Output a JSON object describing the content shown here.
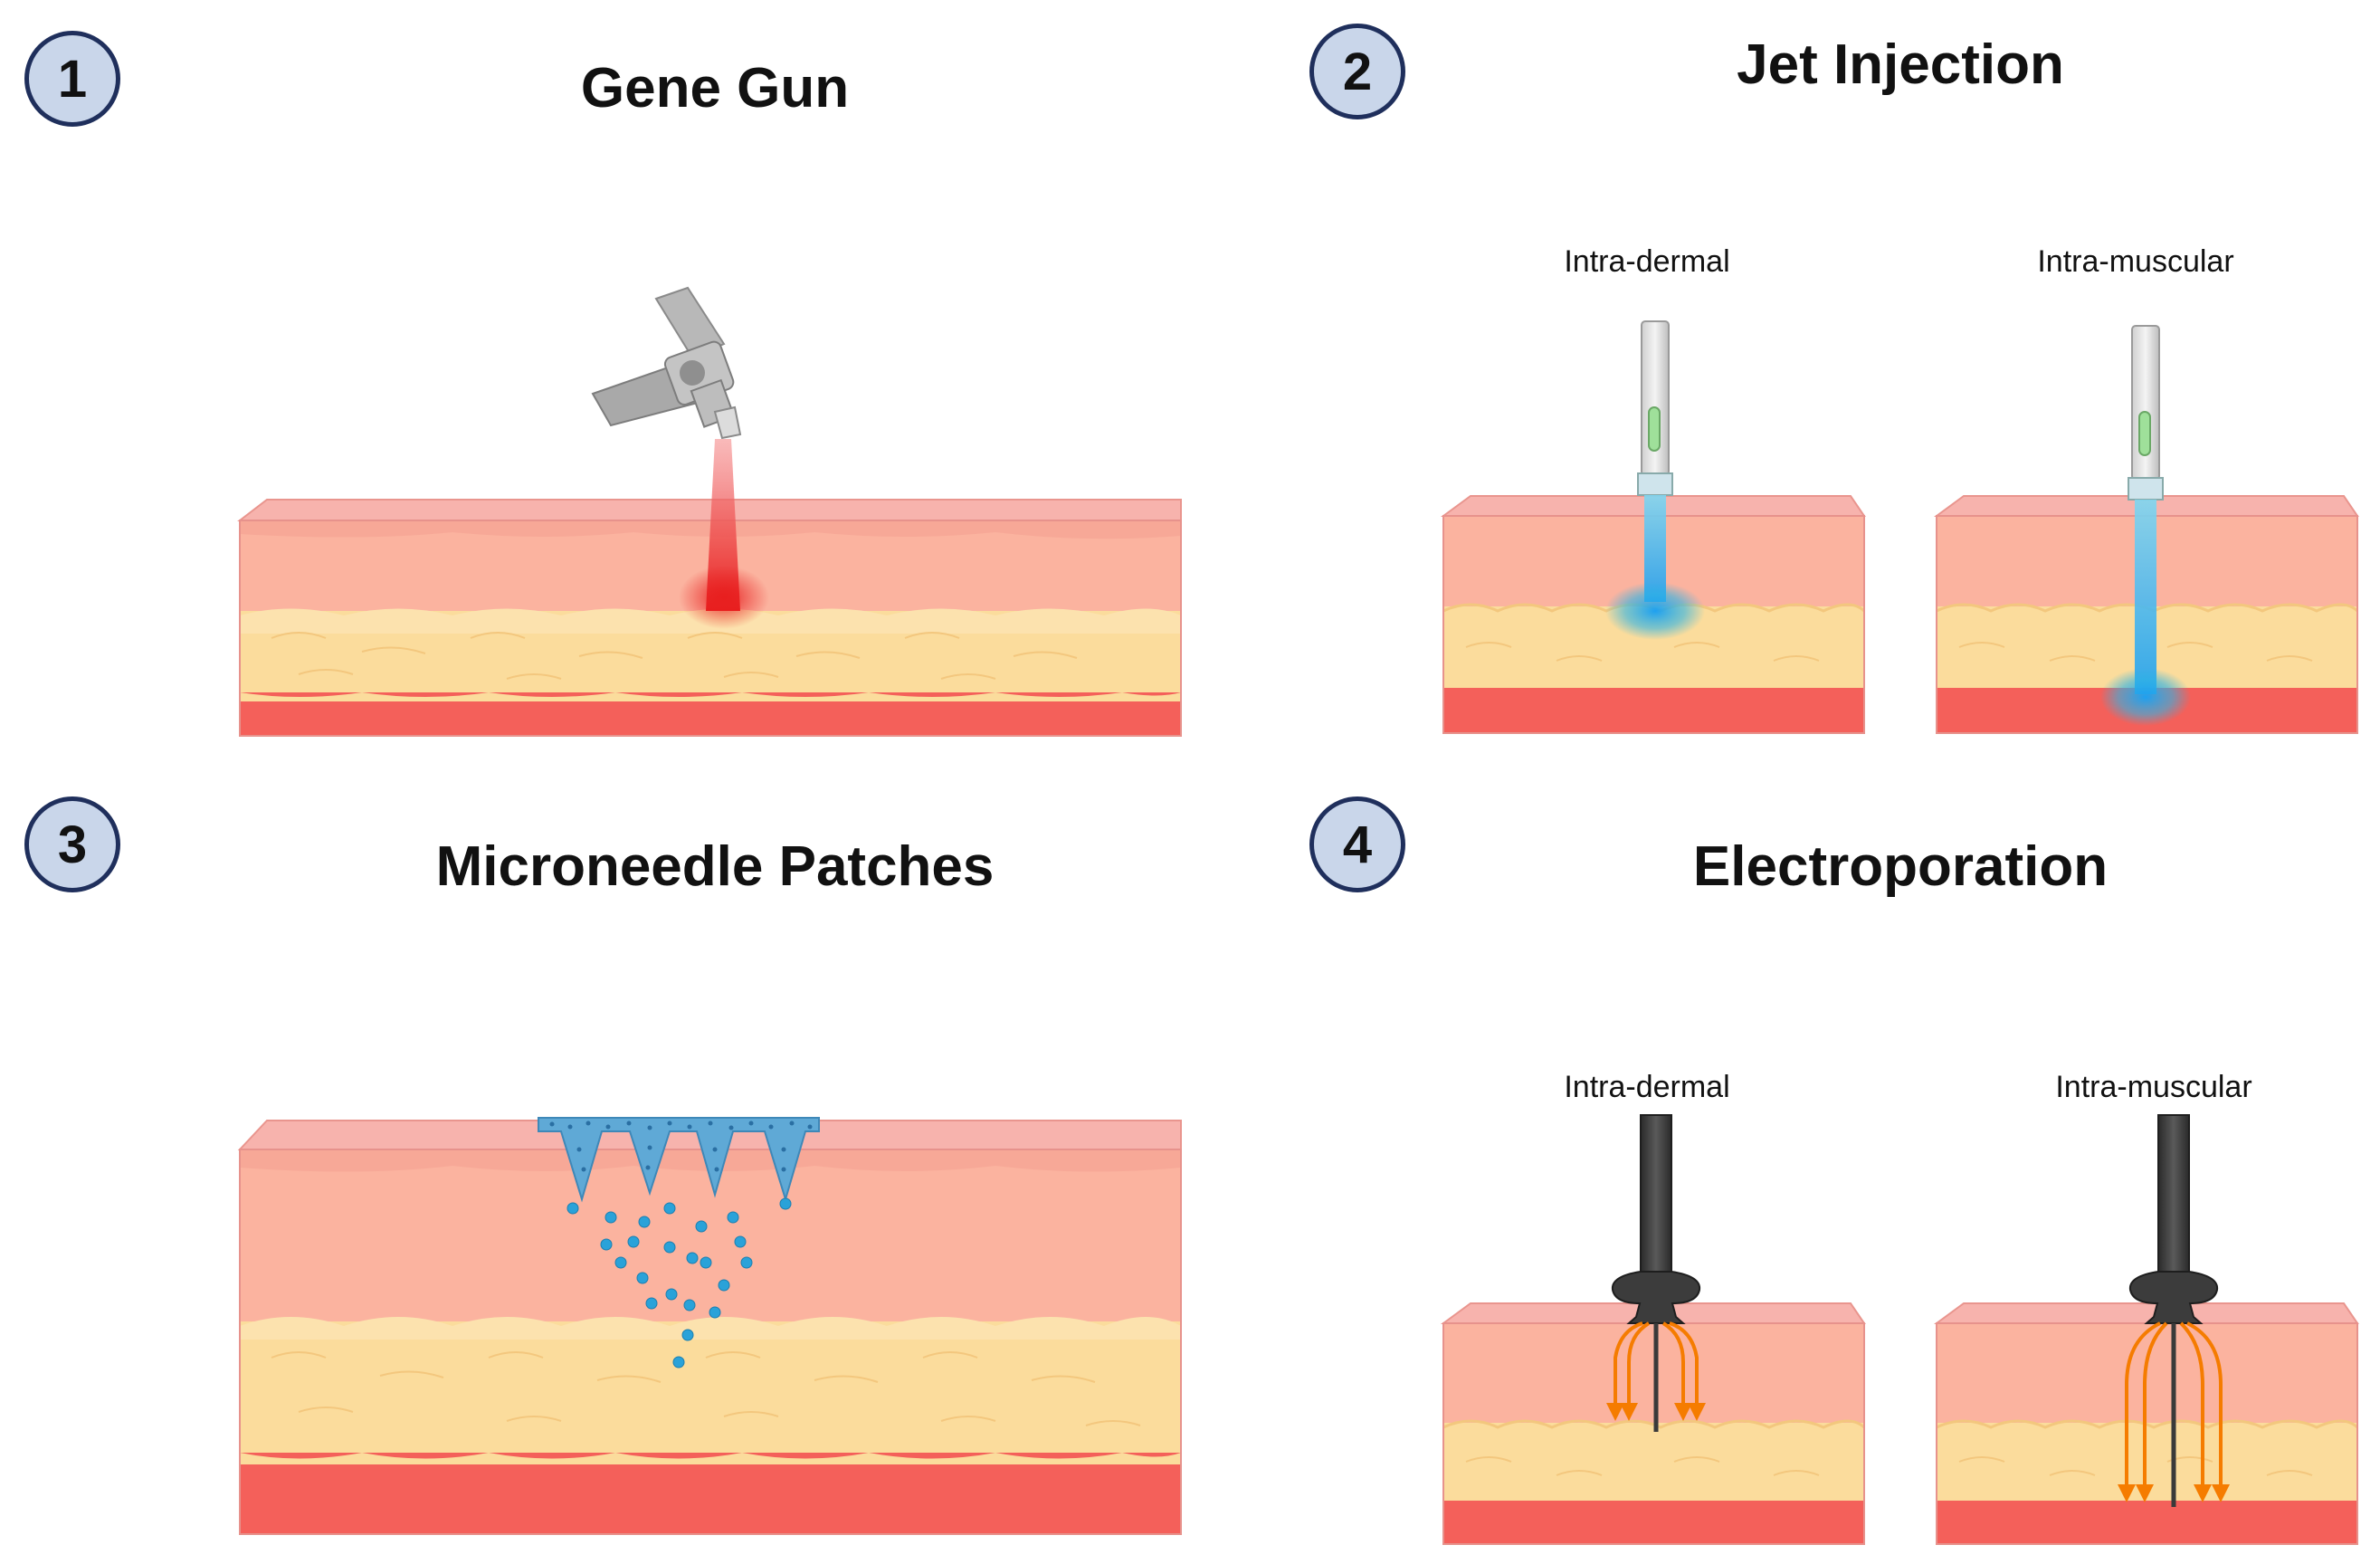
{
  "panels": [
    {
      "number": "1",
      "title": "Gene Gun"
    },
    {
      "number": "2",
      "title": "Jet Injection",
      "sublabels": [
        "Intra-dermal",
        "Intra-muscular"
      ]
    },
    {
      "number": "3",
      "title": "Microneedle Patches"
    },
    {
      "number": "4",
      "title": "Electroporation",
      "sublabels": [
        "Intra-dermal",
        "Intra-muscular"
      ]
    }
  ],
  "colors": {
    "skin_top": "#f7b3ad",
    "dermis": "#fbb39f",
    "fat": "#fbdc9c",
    "muscle": "#f4605a",
    "jet_fluid": "#2bb3e6",
    "gene_gun_beam": "#e81e1e",
    "electrode": "#3c3c3c",
    "electric_field": "#f57c00",
    "badge_fill": "#c9d6ea",
    "badge_border": "#1f2f5c"
  }
}
